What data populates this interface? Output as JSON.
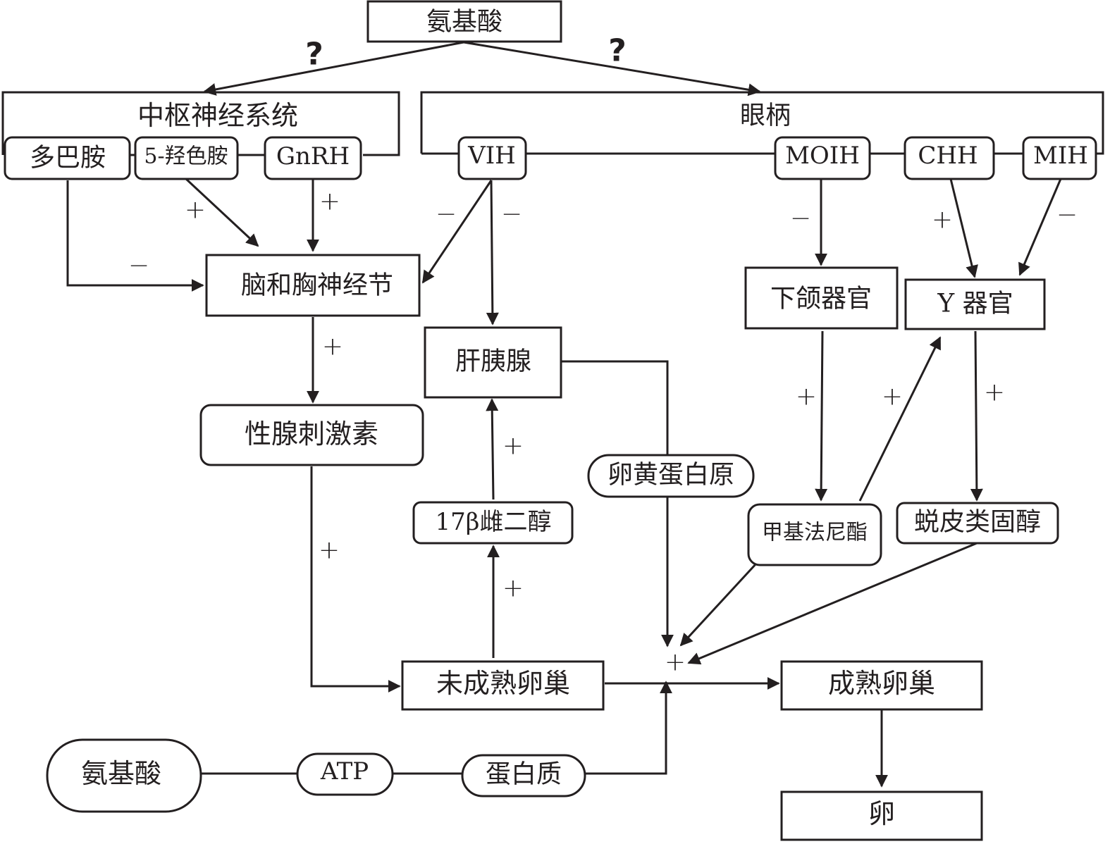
{
  "diagram": {
    "nodes": {
      "amino_top": "氨基酸",
      "cns_group": "中枢神经系统",
      "eyestalk_group": "眼柄",
      "dopamine": "多巴胺",
      "serotonin": "5-羟色胺",
      "gnrh": "GnRH",
      "vih": "VIH",
      "moih": "MOIH",
      "chh": "CHH",
      "mih": "MIH",
      "brain_ganglia": "脑和胸神经节",
      "mandibular_organ": "下颌器官",
      "y_organ": "Y 器官",
      "hepatopancreas": "肝胰腺",
      "gonad_stimulating": "性腺刺激素",
      "vitellogenin": "卵黄蛋白原",
      "estradiol": "17β雌二醇",
      "methyl_farnesoate": "甲基法尼酯",
      "ecdysteroid": "蜕皮类固醇",
      "immature_ovary": "未成熟卵巢",
      "mature_ovary": "成熟卵巢",
      "egg": "卵",
      "amino_bottom": "氨基酸",
      "atp": "ATP",
      "protein": "蛋白质"
    },
    "edges": [
      {
        "from": "amino_top",
        "to": "cns_group",
        "label": "?"
      },
      {
        "from": "amino_top",
        "to": "eyestalk_group",
        "label": "?"
      },
      {
        "from": "dopamine",
        "to": "brain_ganglia",
        "label": "−"
      },
      {
        "from": "serotonin",
        "to": "brain_ganglia",
        "label": "+"
      },
      {
        "from": "gnrh",
        "to": "brain_ganglia",
        "label": "+"
      },
      {
        "from": "vih",
        "to": "brain_ganglia",
        "label": "−"
      },
      {
        "from": "vih",
        "to": "hepatopancreas",
        "label": "−"
      },
      {
        "from": "moih",
        "to": "mandibular_organ",
        "label": "−"
      },
      {
        "from": "chh",
        "to": "y_organ",
        "label": "+"
      },
      {
        "from": "mih",
        "to": "y_organ",
        "label": "−"
      },
      {
        "from": "brain_ganglia",
        "to": "gonad_stimulating",
        "label": "+"
      },
      {
        "from": "gonad_stimulating",
        "to": "immature_ovary",
        "label": "+"
      },
      {
        "from": "immature_ovary",
        "to": "estradiol",
        "label": "+"
      },
      {
        "from": "estradiol",
        "to": "hepatopancreas",
        "label": "+"
      },
      {
        "from": "mandibular_organ",
        "to": "methyl_farnesoate",
        "label": "+"
      },
      {
        "from": "methyl_farnesoate",
        "to": "y_organ",
        "label": "+"
      },
      {
        "from": "y_organ",
        "to": "ecdysteroid",
        "label": "+"
      },
      {
        "from": "hepatopancreas",
        "to": "junction",
        "label": ""
      },
      {
        "from": "methyl_farnesoate",
        "to": "junction",
        "label": ""
      },
      {
        "from": "ecdysteroid",
        "to": "junction",
        "label": ""
      },
      {
        "from": "protein",
        "to": "junction",
        "label": ""
      },
      {
        "from": "immature_ovary",
        "to": "mature_ovary",
        "label": ""
      },
      {
        "from": "mature_ovary",
        "to": "egg",
        "label": ""
      }
    ],
    "signs": {
      "question": "?",
      "plus": "+",
      "minus": "−",
      "junction": "+"
    }
  }
}
